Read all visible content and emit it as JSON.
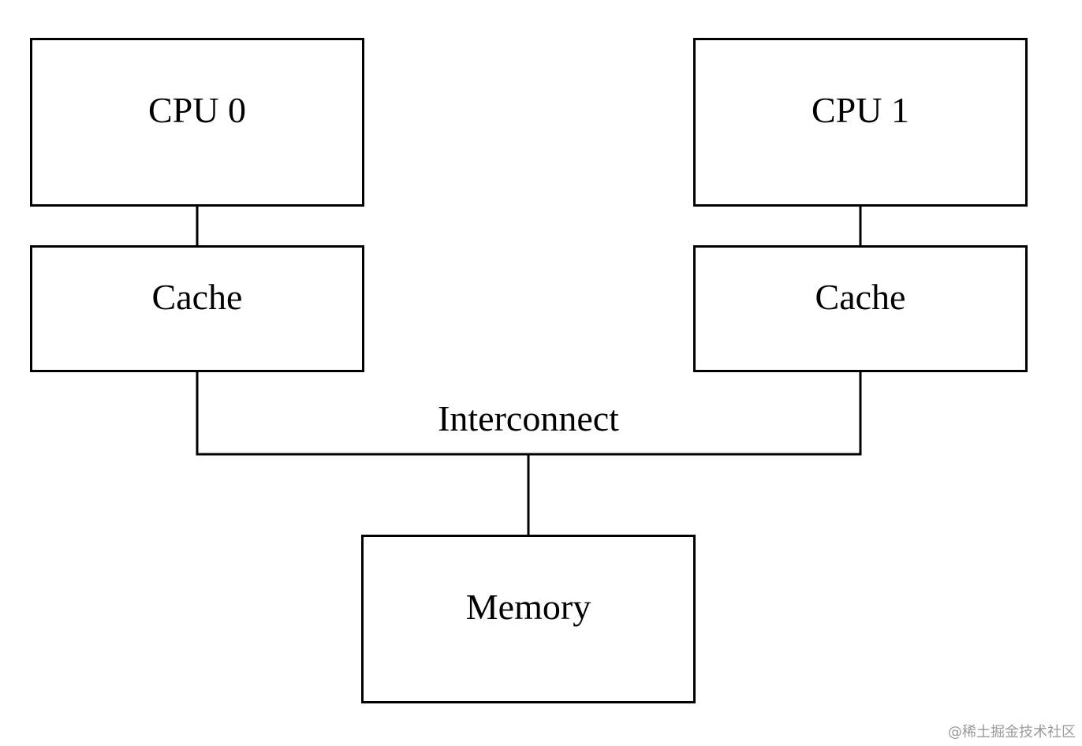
{
  "boxes": {
    "cpu0": "CPU 0",
    "cpu1": "CPU 1",
    "cache0": "Cache",
    "cache1": "Cache",
    "memory": "Memory"
  },
  "interconnect_label": "Interconnect",
  "watermark": "@稀土掘金技术社区"
}
